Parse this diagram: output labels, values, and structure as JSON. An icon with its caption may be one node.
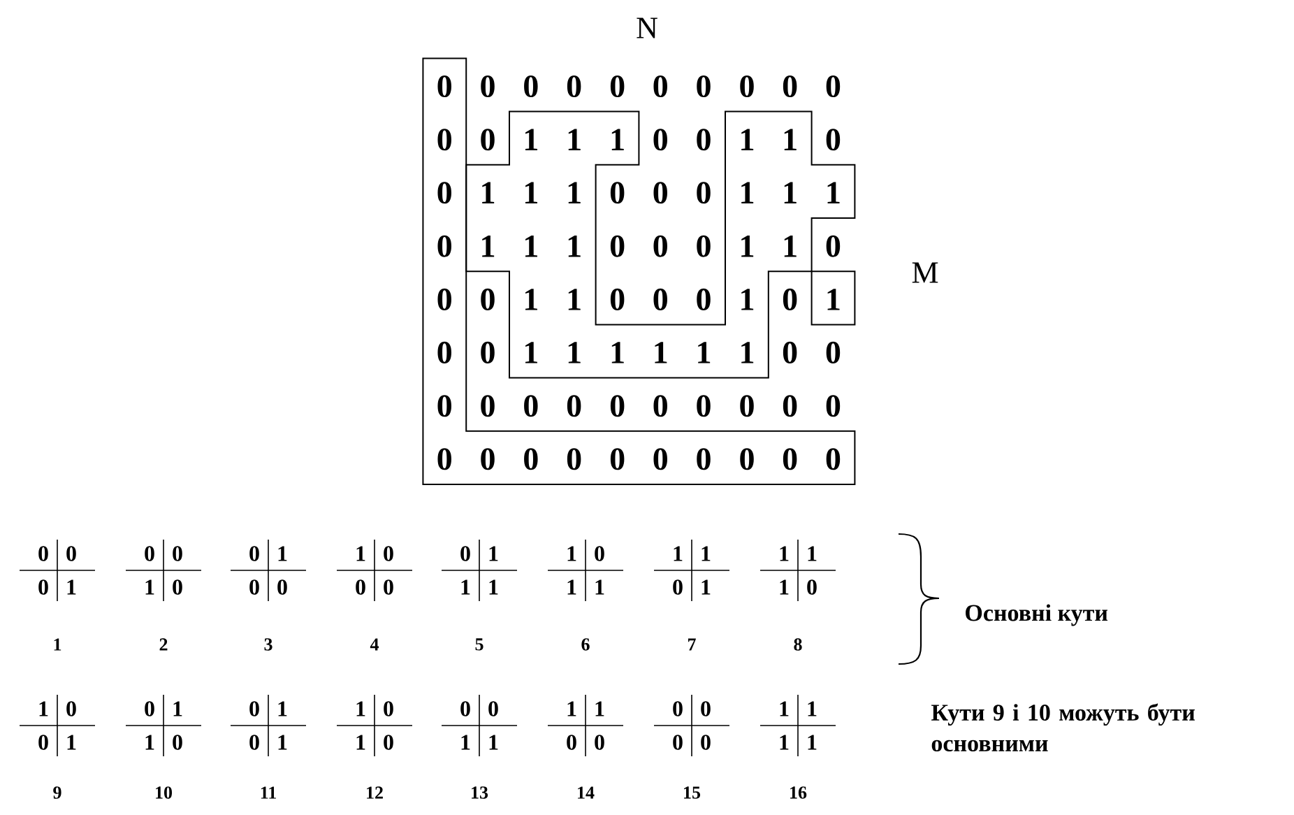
{
  "diagram": {
    "labels": [
      "N",
      "0",
      "0",
      "0",
      "0",
      "0",
      "0",
      "0",
      "0",
      "0",
      "0",
      "0",
      "0",
      "1",
      "1",
      "1",
      "0",
      "0",
      "1",
      "1",
      "0",
      "0",
      "1",
      "1",
      "1",
      "0",
      "0",
      "0",
      "1",
      "1",
      "1",
      "0",
      "1",
      "1",
      "1",
      "0",
      "0",
      "0",
      "1",
      "1",
      "0",
      "0",
      "0",
      "1",
      "1",
      "0",
      "0",
      "0",
      "1",
      "0",
      "1",
      "0",
      "0",
      "1",
      "1",
      "1",
      "1",
      "1",
      "1",
      "0",
      "0",
      "0",
      "0",
      "0",
      "0",
      "0",
      "0",
      "0",
      "0",
      "0",
      "0",
      "0",
      "0",
      "0",
      "0",
      "0",
      "0",
      "0",
      "0",
      "0",
      "0",
      "M",
      "0",
      "0",
      "0",
      "1",
      "0",
      "0",
      "1",
      "0",
      "0",
      "1",
      "0",
      "0",
      "1",
      "0",
      "0",
      "0",
      "0",
      "1",
      "1",
      "1",
      "1",
      "0",
      "1",
      "1",
      "1",
      "1",
      "0",
      "1",
      "1",
      "1",
      "1",
      "0",
      "1",
      "2",
      "3",
      "4",
      "5",
      "6",
      "7",
      "8",
      "Основні кути",
      "1",
      "0",
      "0",
      "1",
      "0",
      "1",
      "1",
      "0",
      "0",
      "1",
      "0",
      "1",
      "1",
      "0",
      "1",
      "0",
      "0",
      "0",
      "1",
      "1",
      "1",
      "1",
      "0",
      "0",
      "0",
      "0",
      "0",
      "0",
      "1",
      "1",
      "1",
      "1",
      "9",
      "10",
      "11",
      "12",
      "13",
      "14",
      "15",
      "16",
      "Кути 9 і 10 можуть бути основними"
    ]
  }
}
